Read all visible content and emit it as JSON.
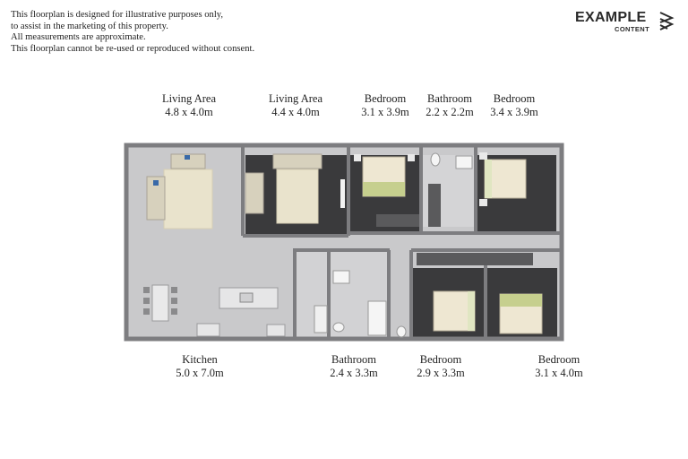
{
  "disclaimer": {
    "lines": [
      "This floorplan is designed for illustrative purposes only,",
      "to assist in the marketing of this property.",
      "All measurements are approximate.",
      "This floorplan cannot be re-used or reproduced without consent."
    ]
  },
  "logo": {
    "main": "EXAMPLE",
    "sub": "CONTENT",
    "mark": "chevron-stack-icon"
  },
  "rooms_top": [
    {
      "name": "Living Area",
      "dims": "4.8 x 4.0m"
    },
    {
      "name": "Living Area",
      "dims": "4.4 x 4.0m"
    },
    {
      "name": "Bedroom",
      "dims": "3.1 x 3.9m"
    },
    {
      "name": "Bathroom",
      "dims": "2.2 x 2.2m"
    },
    {
      "name": "Bedroom",
      "dims": "3.4 x 3.9m"
    }
  ],
  "rooms_bottom": [
    {
      "name": "Kitchen",
      "dims": "5.0 x 7.0m"
    },
    {
      "name": "Bathroom",
      "dims": "2.4 x 3.3m"
    },
    {
      "name": "Bedroom",
      "dims": "2.9 x 3.3m"
    },
    {
      "name": "Bedroom",
      "dims": "3.1 x 4.0m"
    }
  ],
  "colors": {
    "floor": "#c9c9cb",
    "carpet": "#3a3a3c",
    "wall": "#7d7d80",
    "rug": "#e9e3cc",
    "bed_cover": "#eee7d2",
    "bed_accent": "#c6cf8e",
    "sofa": "#d7d1bd",
    "cushion": "#3a6aa8"
  }
}
